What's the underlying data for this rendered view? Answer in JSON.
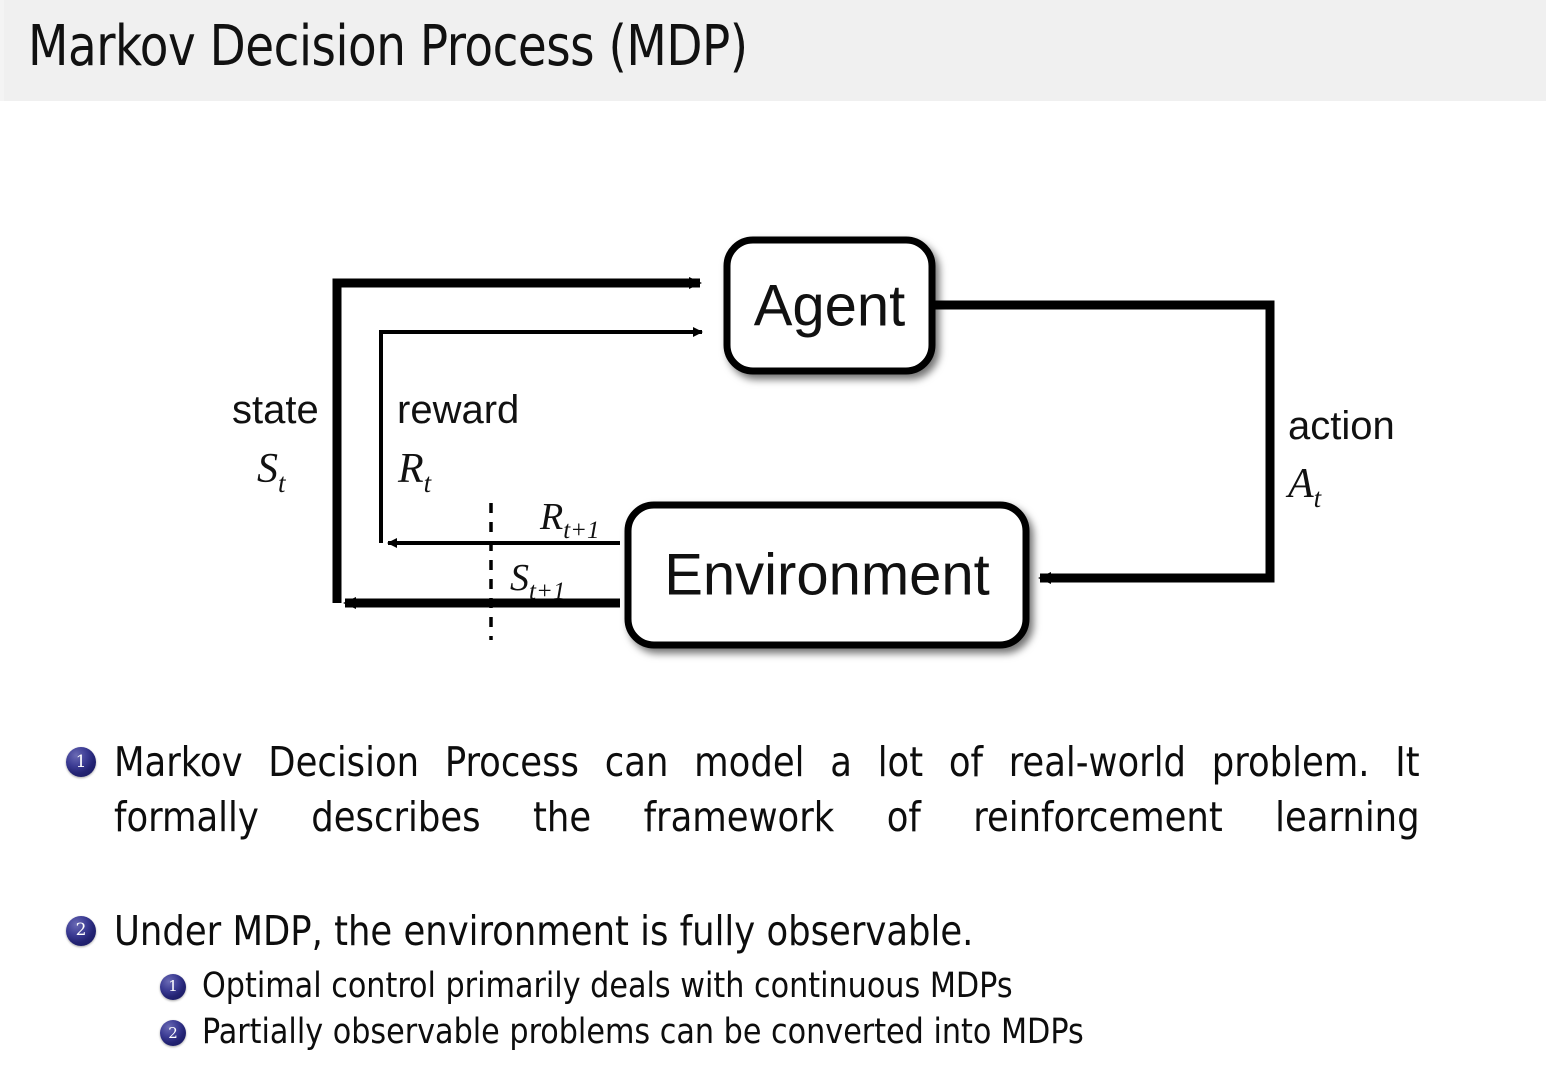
{
  "header": {
    "title": "Markov Decision Process (MDP)",
    "band_color": "#f0f0f0"
  },
  "diagram": {
    "name": "agent-environment-interaction-loop",
    "nodes": [
      {
        "id": "agent",
        "label": "Agent"
      },
      {
        "id": "environment",
        "label": "Environment"
      }
    ],
    "edge_labels": {
      "state_word": "state",
      "state_symbol": "S",
      "state_sub": "t",
      "reward_word": "reward",
      "reward_symbol": "R",
      "reward_sub": "t",
      "action_word": "action",
      "action_symbol": "A",
      "action_sub": "t",
      "reward_next_symbol": "R",
      "reward_next_sub": "t+1",
      "state_next_symbol": "S",
      "state_next_sub": "t+1"
    },
    "stroke_color": "#000000",
    "node_fill": "#ffffff"
  },
  "bullets": {
    "badge_color": "#232373",
    "items": [
      {
        "number": "1",
        "level": 1,
        "text": "Markov Decision Process can model a lot of real-world problem. It formally describes the framework of reinforcement learning"
      },
      {
        "number": "2",
        "level": 1,
        "text": "Under MDP, the environment is fully observable."
      },
      {
        "number": "1",
        "level": 2,
        "text": "Optimal control primarily deals with continuous MDPs"
      },
      {
        "number": "2",
        "level": 2,
        "text": "Partially observable problems can be converted into MDPs"
      }
    ]
  }
}
